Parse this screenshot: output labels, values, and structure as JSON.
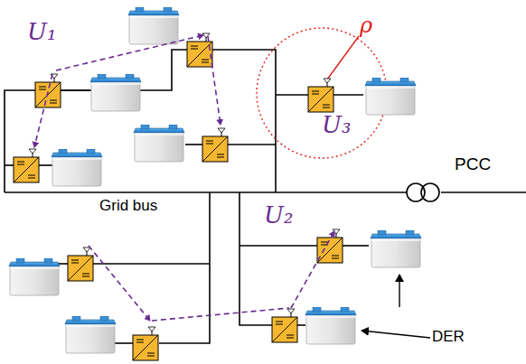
{
  "diagram": {
    "labels": [
      "U₁",
      "ρ",
      "U₃",
      "PCC",
      "Grid bus",
      "U₂",
      "DER"
    ]
  }
}
